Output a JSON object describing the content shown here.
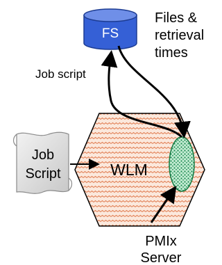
{
  "diagram": {
    "fs": {
      "label": "FS"
    },
    "files_label": {
      "line1": "Files &",
      "line2": "retrieval",
      "line3": "times"
    },
    "job_script_arrow_label": "Job script",
    "scroll": {
      "line1": "Job",
      "line2": "Script"
    },
    "wlm": {
      "label": "WLM"
    },
    "pmix": {
      "line1": "PMIx",
      "line2": "Server"
    }
  },
  "colors": {
    "fs_fill": "#3560d6",
    "fs_top": "#6f8fe8",
    "wlm_fill": "#fbe8dc",
    "wlm_zigzag": "#e07a4e",
    "pmix_fill": "#c2ecd2",
    "pmix_dots": "#1f8a52",
    "scroll_fill": "#dcdcdc",
    "line": "#000000"
  },
  "icons": {
    "fs": "cylinder-storage-icon",
    "job_script": "scroll-document-icon",
    "wlm": "hexagon-icon",
    "pmix": "ellipse-server-icon"
  }
}
